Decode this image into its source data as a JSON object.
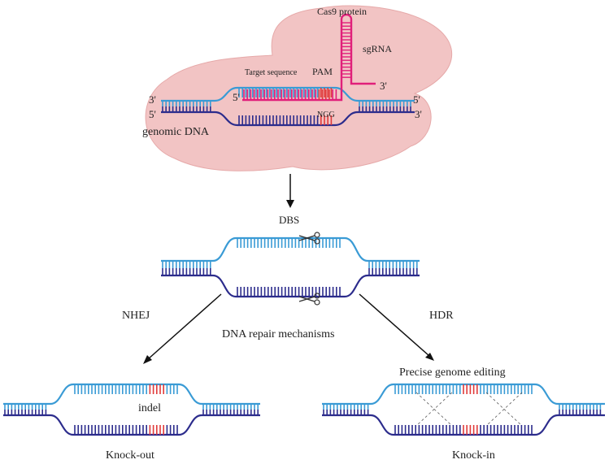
{
  "colors": {
    "background": "#ffffff",
    "cas9_protein": "#f2c4c4",
    "cas9_outline": "#e6a9a9",
    "strand_top": "#3a9bd5",
    "strand_bottom": "#2c2c8c",
    "sgrna": "#e0207a",
    "edit_marks": "#e03a3a",
    "text": "#222222"
  },
  "top": {
    "cas9_label": "Cas9 protein",
    "sgrna_label": "sgRNA",
    "target_label": "Target sequence",
    "pam_label": "PAM",
    "ngg_label": "NGG",
    "genomic_label": "genomic DNA",
    "end_3_left": "3'",
    "end_5_left": "5'",
    "end_5_right": "5'",
    "end_3_right": "3'",
    "sg_5": "5'",
    "sg_3": "3'"
  },
  "middle": {
    "dbs_label": "DBS",
    "scissors_icon": "scissors-icon",
    "arrow_icon": "down-arrow-icon"
  },
  "branches": {
    "nhej_label": "NHEJ",
    "hdr_label": "HDR",
    "repair_label": "DNA repair mechanisms"
  },
  "outcomes": {
    "indel_label": "indel",
    "precise_label": "Precise genome editing",
    "knockout_label": "Knock-out",
    "knockin_label": "Knock-in"
  }
}
